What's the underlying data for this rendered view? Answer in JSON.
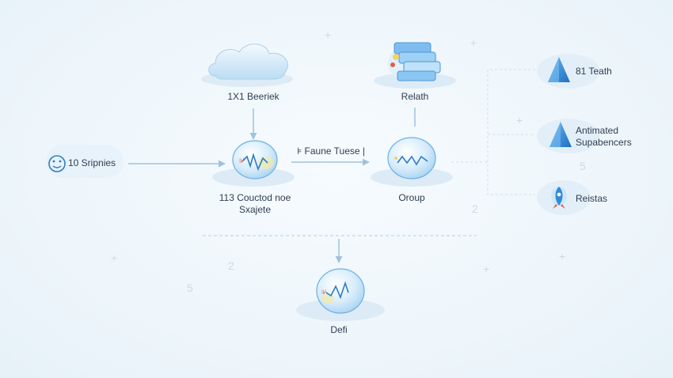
{
  "colors": {
    "background": "#eef6fb",
    "line": "#9fc2de",
    "node_fill": "#dbeefb",
    "node_stroke": "#5aa0d8",
    "wave": "#2f7cc4",
    "accent_red": "#e0604a",
    "accent_yellow": "#f2d36b",
    "triangle": "#2f8ad8"
  },
  "input": {
    "label": "10 Sripnies",
    "icon": "face-circle-icon"
  },
  "nodes": {
    "cloud": {
      "label": "1X1 Beeriek",
      "icon": "cloud-icon"
    },
    "stack": {
      "label": "Relath",
      "icon": "stacked-cards-icon"
    },
    "center": {
      "label_line1": "113 Couctod noe",
      "label_line2": "Sxajete",
      "icon": "brain-wave-icon"
    },
    "group": {
      "label": "Oroup",
      "icon": "brain-wave-icon"
    },
    "bottom": {
      "label": "Defi",
      "icon": "brain-wave-icon"
    }
  },
  "edge_label": "⊧ Faune Tuese |",
  "outputs": [
    {
      "label": "81 Teath",
      "icon": "triangle-icon"
    },
    {
      "label_line1": "Antimated",
      "label_line2": "Supabencers",
      "icon": "triangle-icon"
    },
    {
      "label": "Reistas",
      "icon": "rocket-icon"
    }
  ],
  "decorations": [
    "+",
    "+",
    "2",
    "5",
    "2",
    "5",
    "+",
    "+",
    "+",
    "+"
  ]
}
